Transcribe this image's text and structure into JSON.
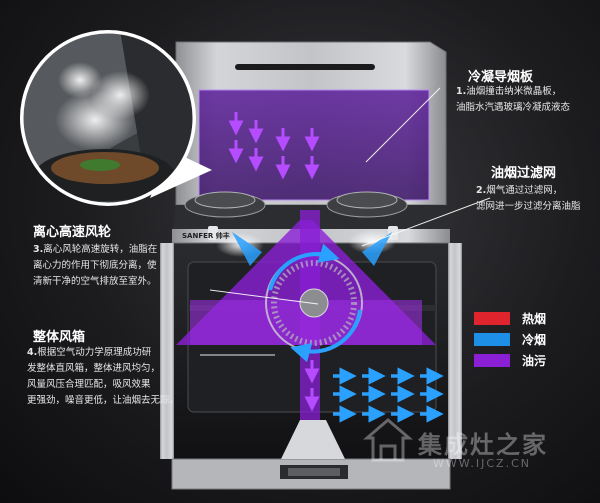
{
  "brand": "SANFER 帅丰",
  "annotations": [
    {
      "id": "condense",
      "title": "冷凝导烟板",
      "lines": [
        {
          "num": "1.",
          "text": "油烟撞击纳米微晶板，"
        },
        {
          "num": "",
          "text": "油脂水汽遇玻璃冷凝成液态"
        }
      ]
    },
    {
      "id": "filter",
      "title": "油烟过滤网",
      "lines": [
        {
          "num": "2.",
          "text": "烟气通过过滤网，"
        },
        {
          "num": "",
          "text": "滤网进一步过滤分离油脂"
        }
      ]
    },
    {
      "id": "fan",
      "title": "离心高速风轮",
      "lines": [
        {
          "num": "3.",
          "text": "离心风轮高速旋转，油脂在"
        },
        {
          "num": "",
          "text": "离心力的作用下彻底分离，使"
        },
        {
          "num": "",
          "text": "清新干净的空气排放至室外。"
        }
      ]
    },
    {
      "id": "box",
      "title": "整体风箱",
      "lines": [
        {
          "num": "4.",
          "text": "根据空气动力学原理成功研"
        },
        {
          "num": "",
          "text": "发整体直风箱，整体进风均匀，"
        },
        {
          "num": "",
          "text": "风量风压合理匹配，吸风效果"
        },
        {
          "num": "",
          "text": "更强劲，噪音更低，让油烟去无踪。"
        }
      ]
    }
  ],
  "legend": [
    {
      "label": "热烟",
      "color": "#e0242e"
    },
    {
      "label": "冷烟",
      "color": "#1e8fe6"
    },
    {
      "label": "油污",
      "color": "#8a1fd6"
    }
  ],
  "watermark": {
    "cn": "集成灶之家",
    "url": "WWW.IJCZ.CN"
  },
  "colors": {
    "hot": "#e0242e",
    "cold": "#1e8fe6",
    "oil": "#8a1fd6",
    "panel": "#b4b6ba"
  }
}
